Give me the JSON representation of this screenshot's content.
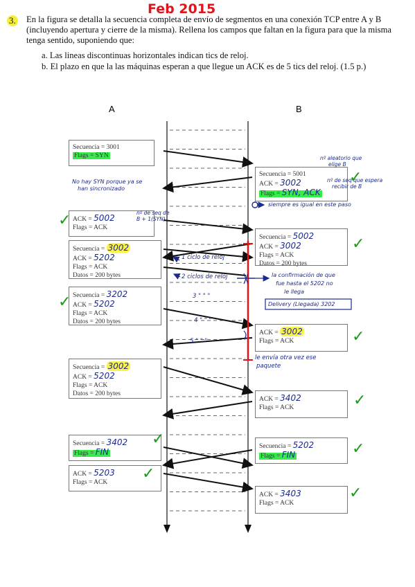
{
  "header": {
    "handwritten_title": "Feb 2015",
    "question_number": "3.",
    "question_text": "En la figura se detalla la secuencia completa de envío de segmentos en una conexión TCP entre A y B (incluyendo apertura y cierre de la misma). Rellena los campos que faltan en la figura para que la misma tenga sentido, suponiendo que:",
    "item_a": "a.   Las lineas discontinuas horizontales indican tics de reloj.",
    "item_b": "b.   El plazo en que la las máquinas esperan a que llegue un ACK es de 5 tics del reloj. (1.5 p.)"
  },
  "columns": {
    "a": "A",
    "b": "B"
  },
  "boxes_a": [
    {
      "l1": "Secuencia = 3001",
      "l2": "Flags = SYN"
    },
    {
      "l1": "ACK = ",
      "l1v": "5002",
      "l2": "Flags = ACK"
    },
    {
      "l1": "Secuencia = ",
      "l1v": "3002",
      "l2": "ACK = ",
      "l2v": "5202",
      "l3": "Flags = ACK",
      "l4": "Datos = 200 bytes"
    },
    {
      "l1": "Secuencia = ",
      "l1v": "3202",
      "l2": "ACK = ",
      "l2v": "5202",
      "l3": "Flags = ACK",
      "l4": "Datos = 200 bytes"
    },
    {
      "l1": "Secuencia = ",
      "l1v": "3002",
      "l2": "ACK = ",
      "l2v": "5202",
      "l3": "Flags = ACK",
      "l4": "Datos = 200 bytes"
    },
    {
      "l1": "Secuencia = ",
      "l1v": "3402",
      "l2": "Flags = ",
      "l2v": "FIN"
    },
    {
      "l1": "ACK = ",
      "l1v": "5203",
      "l2": "Flags = ACK"
    }
  ],
  "boxes_b": [
    {
      "l1": "Secuencia = 5001",
      "l2": "ACK = ",
      "l2v": "3002",
      "l3": "Flags = ",
      "l3v": "SYN, ACK"
    },
    {
      "l1": "Secuencia = ",
      "l1v": "5002",
      "l2": "ACK = ",
      "l2v": "3002",
      "l3": "Flags = ACK",
      "l4": "Datos = 200 bytes"
    },
    {
      "l1": "ACK = ",
      "l1v": "3002",
      "l2": "Flags = ACK"
    },
    {
      "l1": "ACK = ",
      "l1v": "3402",
      "l2": "Flags = ACK"
    },
    {
      "l1": "Secuencia = ",
      "l1v": "5202",
      "l2": "Flags = ",
      "l2v": "FIN"
    },
    {
      "l1": "ACK = ",
      "l1v": "3403",
      "l2": "Flags = ACK"
    }
  ],
  "notes": {
    "no_syn": "No hay SYN porque ya se",
    "no_syn2": "han sincronizado",
    "nseq": "nº de seq de",
    "nseq2": "B + 1(SYN)",
    "nalea": "nº aleatorio que",
    "nalea2": "elige B",
    "ackexp": "nº de seq que espera",
    "ackexp2": "recibir de B",
    "siempre": "siempre es igual en este paso",
    "tic1": "1 ciclo de reloj",
    "tic2": "2 ciclos de reloj",
    "tic3": "3   \"   \"   \"",
    "tic4": "4   \"   \"   \"",
    "tic5": "5   \"   \"   \"",
    "conf": "la confirmación de que",
    "conf2": "fue hasta el 5202 no",
    "conf3": "le llega",
    "delivery": "Delivery (Llegada) 3202",
    "resend": "le envía otra vez ese",
    "resend2": "paquete"
  }
}
